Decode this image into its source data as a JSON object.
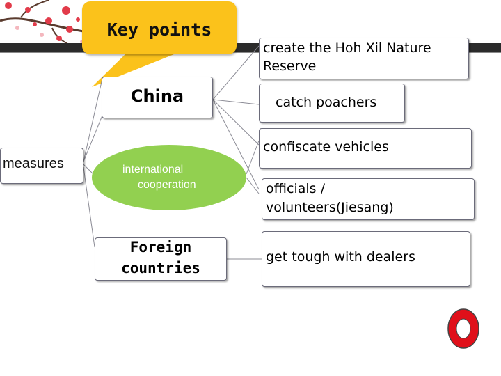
{
  "root_label": "measures",
  "callout_label": "Key points",
  "branches": {
    "china": "China",
    "international": {
      "line1": "international",
      "line2": "cooperation"
    },
    "foreign": {
      "line1": "Foreign",
      "line2": "countries"
    }
  },
  "actions": {
    "reserve": {
      "line1": "create the Hoh Xil Nature",
      "line2": "Reserve"
    },
    "poachers": "catch poachers",
    "vehicles": "confiscate vehicles",
    "officials": {
      "line1": "officials / ",
      "line2": "volunteers(Jiesang)"
    },
    "dealers": "get tough with dealers"
  },
  "colors": {
    "callout": "#fbc21b",
    "ellipse": "#92d050",
    "marker": "#e0101a",
    "border": "#6b6b7a"
  }
}
